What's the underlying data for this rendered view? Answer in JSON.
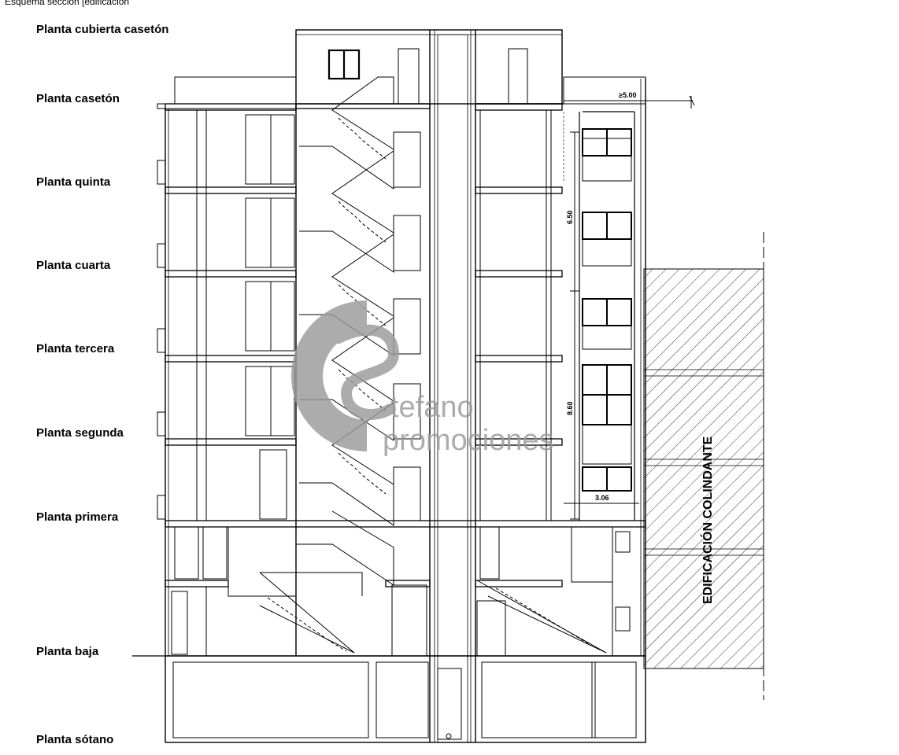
{
  "caption": "Esquema sección [edificación",
  "floors": [
    {
      "key": "cubierta",
      "label": "Planta cubierta casetón"
    },
    {
      "key": "caseton",
      "label": "Planta casetón"
    },
    {
      "key": "quinta",
      "label": "Planta quinta"
    },
    {
      "key": "cuarta",
      "label": "Planta cuarta"
    },
    {
      "key": "tercera",
      "label": "Planta tercera"
    },
    {
      "key": "segunda",
      "label": "Planta segunda"
    },
    {
      "key": "primera",
      "label": "Planta primera"
    },
    {
      "key": "baja",
      "label": "Planta baja"
    },
    {
      "key": "sotano",
      "label": "Planta sótano"
    }
  ],
  "dimensions": {
    "top_setback": "≥5.00",
    "upper_height": "6.50",
    "lower_height": "8.60",
    "bottom_width": "3.06"
  },
  "adjacent_building": "EDIFICACIÓN COLINDANTE",
  "watermark": {
    "line1": "tefano",
    "line2": "promociones",
    "color": "#9a9a9a"
  }
}
